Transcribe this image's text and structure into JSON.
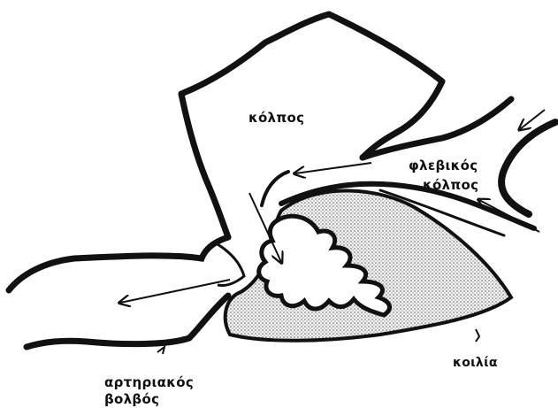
{
  "labels": {
    "atrium": "κόλπος",
    "sinus_venosus_line1": "φλεβικός",
    "sinus_venosus_line2": "κόλπος",
    "ventricle": "κοιλία",
    "bulbus_line1": "αρτηριακός",
    "bulbus_line2": "βολβός"
  },
  "colors": {
    "outline": "#111111",
    "background": "#ffffff",
    "stipple": "#555555"
  }
}
